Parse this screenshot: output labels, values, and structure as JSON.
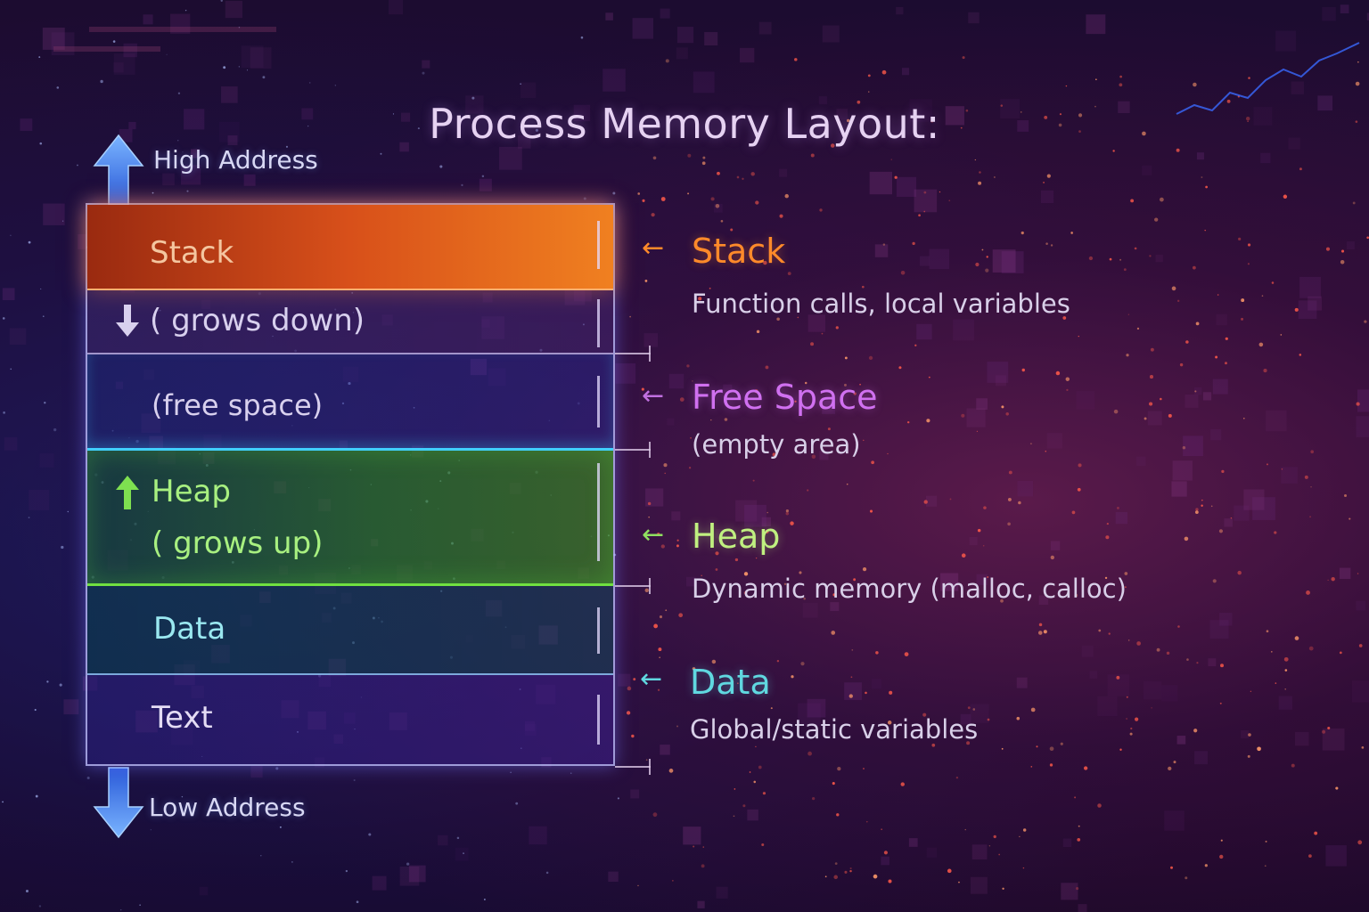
{
  "title": "Process Memory Layout:",
  "address_labels": {
    "high": "High Address",
    "low": "Low Address"
  },
  "segments": [
    {
      "label": "Stack",
      "color": "#f4c6a0"
    },
    {
      "label": "( grows down)",
      "color": "#d8d0ee"
    },
    {
      "label": "(free space)",
      "color": "#d8d0ee"
    },
    {
      "label": "Heap",
      "color": "#a8f080"
    },
    {
      "label": "( grows up)",
      "color": "#a8f080"
    },
    {
      "label": "Data",
      "color": "#9ae8f0"
    },
    {
      "label": "Text",
      "color": "#e4dcf4"
    }
  ],
  "annotations": [
    {
      "title": "Stack",
      "desc": "Function calls, local variables",
      "color": "#ff8a2a"
    },
    {
      "title": "Free Space",
      "desc": "(empty area)",
      "color": "#d070f0"
    },
    {
      "title": "Heap",
      "desc": "Dynamic memory (malloc, calloc)",
      "color": "#c0f080"
    },
    {
      "title": "Data",
      "desc": "Global/static variables",
      "color": "#60d8e0"
    }
  ],
  "colors": {
    "stack": "#e8601e",
    "free_space_border": "#40d0ff",
    "heap_border": "#70e040",
    "address_arrow": "#4a8aff"
  },
  "icons": {
    "high_arrow": "up-arrow-icon",
    "low_arrow": "down-arrow-icon",
    "grows_down": "down-arrow-icon",
    "grows_up": "up-arrow-icon",
    "annotation_pointer": "left-arrow-icon"
  }
}
